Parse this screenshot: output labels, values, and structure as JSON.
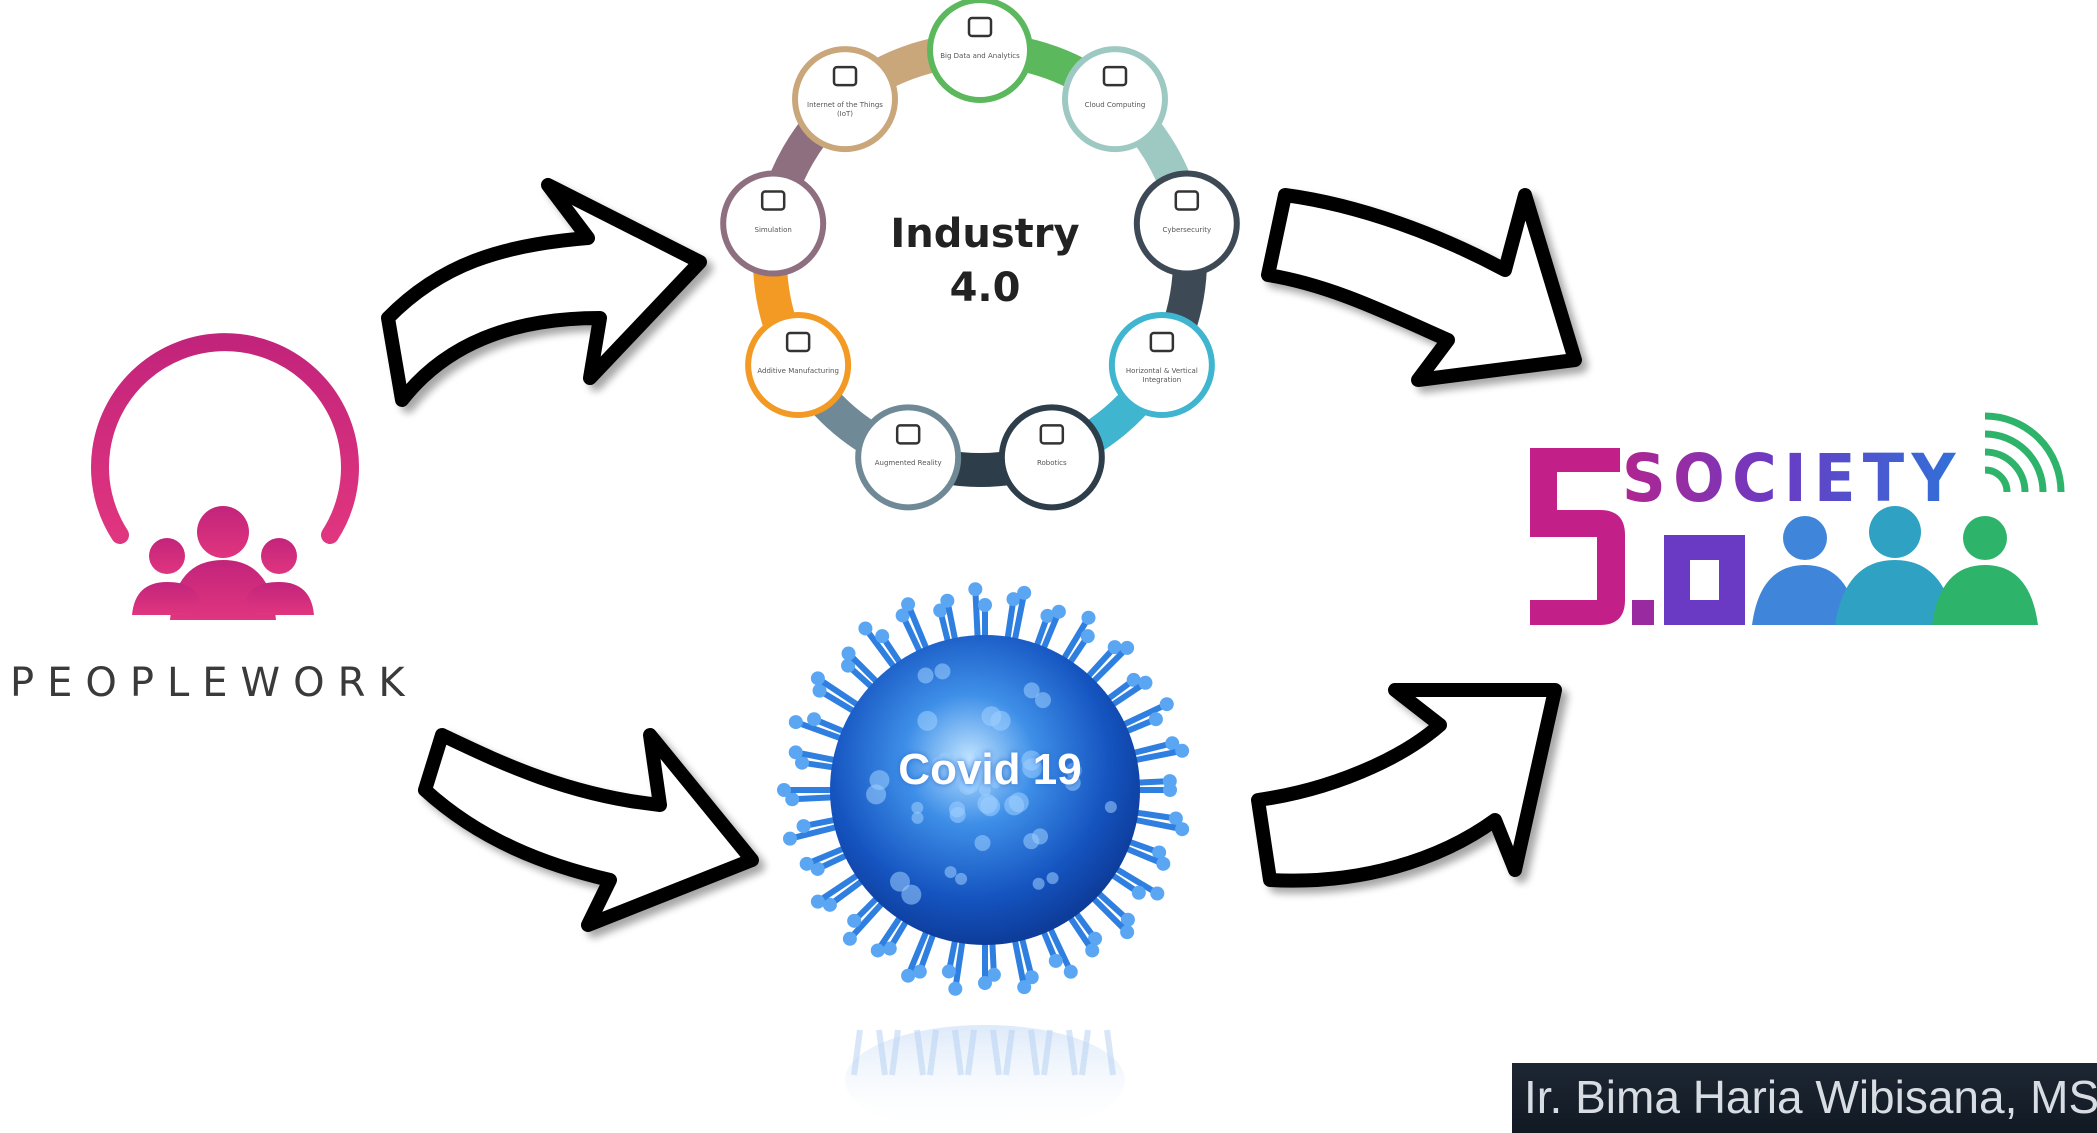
{
  "peoplework": {
    "label": "PEOPLEWORK"
  },
  "industry": {
    "title_line1": "Industry",
    "title_line2": "4.0",
    "nodes": [
      {
        "label": "Big Data and Analytics",
        "icon": "data-funnel-icon",
        "color": "#5cb85c"
      },
      {
        "label": "Cloud Computing",
        "icon": "cloud-icon",
        "color": "#9ec9c2"
      },
      {
        "label": "Cybersecurity",
        "icon": "shield-icon",
        "color": "#3d4a55"
      },
      {
        "label": "Horizontal & Vertical Integration",
        "icon": "arrows-move-icon",
        "color": "#3fb5cf"
      },
      {
        "label": "Robotics",
        "icon": "robot-arm-icon",
        "color": "#2e3d4a"
      },
      {
        "label": "Augmented Reality",
        "icon": "vr-headset-icon",
        "color": "#6f8a96"
      },
      {
        "label": "Additive Manufacturing",
        "icon": "layers-icon",
        "color": "#f39a24"
      },
      {
        "label": "Simulation",
        "icon": "qr-grid-icon",
        "color": "#8e6f7f"
      },
      {
        "label": "Internet of the Things (IoT)",
        "icon": "car-icon",
        "color": "#c9a77b"
      }
    ]
  },
  "covid": {
    "label": "Covid 19"
  },
  "society": {
    "digits": "5.0",
    "word": "SOCIETY"
  },
  "footer": {
    "author": "Ir. Bima Haria Wibisana, MS"
  },
  "colors": {
    "magenta": "#c8287e",
    "virus_blue": "#2f7fe0",
    "arrow_stroke": "#000000"
  }
}
